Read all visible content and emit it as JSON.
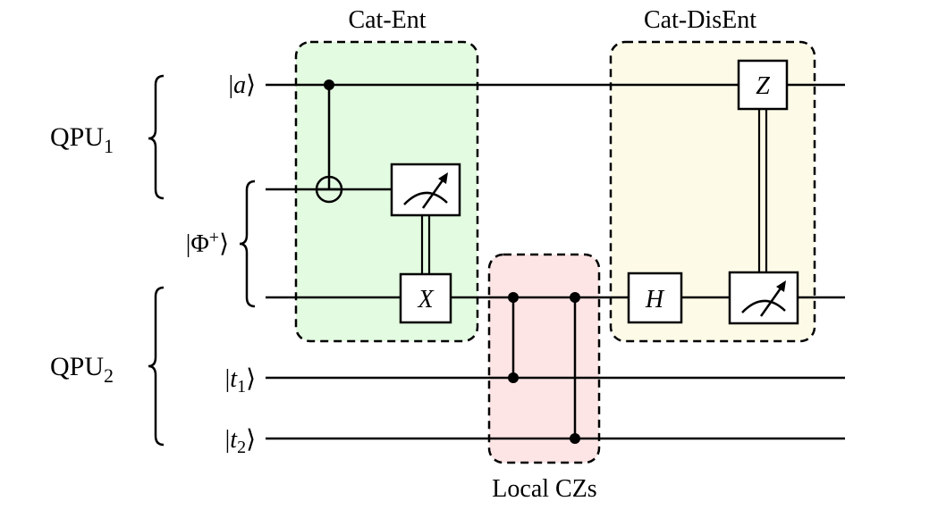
{
  "diagram": {
    "type": "quantum-circuit",
    "groups": [
      {
        "id": "cat-ent",
        "label": "Cat-Ent",
        "color": "#e3fbe1"
      },
      {
        "id": "local-czs",
        "label": "Local CZs",
        "color": "#fde5e5"
      },
      {
        "id": "cat-disent",
        "label": "Cat-DisEnt",
        "color": "#fdfbe8"
      }
    ],
    "qpus": [
      {
        "id": "qpu1",
        "name": "QPU",
        "subscript": "1"
      },
      {
        "id": "qpu2",
        "name": "QPU",
        "subscript": "2"
      }
    ],
    "epr_pair": {
      "label": "|Φ⁺⟩",
      "symbol": "Φ",
      "superscript": "+"
    },
    "wires": [
      {
        "id": "a",
        "label": "|a⟩",
        "symbol": "a"
      },
      {
        "id": "phi-top",
        "label": ""
      },
      {
        "id": "phi-bottom",
        "label": ""
      },
      {
        "id": "t1",
        "label": "|t₁⟩",
        "symbol": "t",
        "subscript": "1"
      },
      {
        "id": "t2",
        "label": "|t₂⟩",
        "symbol": "t",
        "subscript": "2"
      }
    ],
    "gates": [
      {
        "type": "cnot",
        "control": "a",
        "target": "phi-top",
        "group": "cat-ent"
      },
      {
        "type": "measure",
        "wire": "phi-top",
        "group": "cat-ent"
      },
      {
        "type": "X",
        "label": "X",
        "wire": "phi-bottom",
        "classically_controlled_by": "phi-top",
        "group": "cat-ent"
      },
      {
        "type": "cz",
        "wires": [
          "phi-bottom",
          "t1"
        ],
        "group": "local-czs"
      },
      {
        "type": "cz",
        "wires": [
          "phi-bottom",
          "t2"
        ],
        "group": "local-czs"
      },
      {
        "type": "H",
        "label": "H",
        "wire": "phi-bottom",
        "group": "cat-disent"
      },
      {
        "type": "measure",
        "wire": "phi-bottom",
        "group": "cat-disent"
      },
      {
        "type": "Z",
        "label": "Z",
        "wire": "a",
        "classically_controlled_by": "phi-bottom",
        "group": "cat-disent"
      }
    ]
  }
}
